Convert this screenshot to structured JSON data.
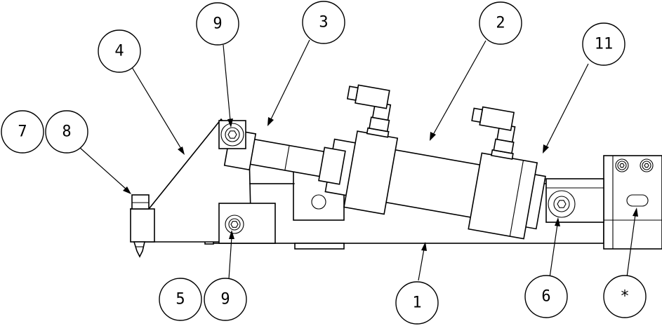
{
  "drawing": {
    "line_color": "#000000",
    "paper_color": "#ffffff"
  },
  "balloons": [
    {
      "id": "b7",
      "label": "7"
    },
    {
      "id": "b8",
      "label": "8"
    },
    {
      "id": "b4",
      "label": "4"
    },
    {
      "id": "b9a",
      "label": "9"
    },
    {
      "id": "b3",
      "label": "3"
    },
    {
      "id": "b2",
      "label": "2"
    },
    {
      "id": "b11",
      "label": "11"
    },
    {
      "id": "b5",
      "label": "5"
    },
    {
      "id": "b9b",
      "label": "9"
    },
    {
      "id": "b1",
      "label": "1"
    },
    {
      "id": "b6",
      "label": "6"
    },
    {
      "id": "bstar",
      "label": "*"
    }
  ]
}
